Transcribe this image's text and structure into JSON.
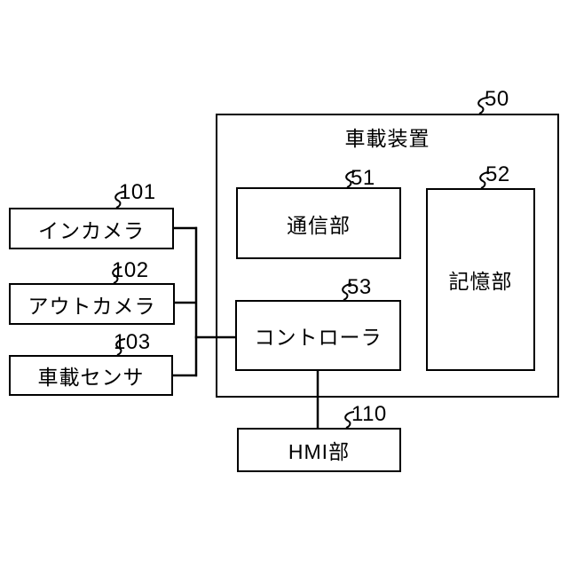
{
  "colors": {
    "line": "#000000",
    "background": "#ffffff",
    "text": "#000000"
  },
  "figure": {
    "device": {
      "label": "車載装置",
      "ref": "50"
    },
    "comm_unit": {
      "label": "通信部",
      "ref": "51"
    },
    "storage_unit": {
      "label": "記憶部",
      "ref": "52"
    },
    "controller": {
      "label": "コントローラ",
      "ref": "53"
    },
    "in_camera": {
      "label": "インカメラ",
      "ref": "101"
    },
    "out_camera": {
      "label": "アウトカメラ",
      "ref": "102"
    },
    "vehicle_sensor": {
      "label": "車載センサ",
      "ref": "103"
    },
    "hmi_unit": {
      "label": "HMI部",
      "ref": "110"
    }
  },
  "connections": [
    {
      "from": "in_camera",
      "to": "controller"
    },
    {
      "from": "out_camera",
      "to": "controller"
    },
    {
      "from": "vehicle_sensor",
      "to": "controller"
    },
    {
      "from": "controller",
      "to": "hmi_unit"
    }
  ]
}
